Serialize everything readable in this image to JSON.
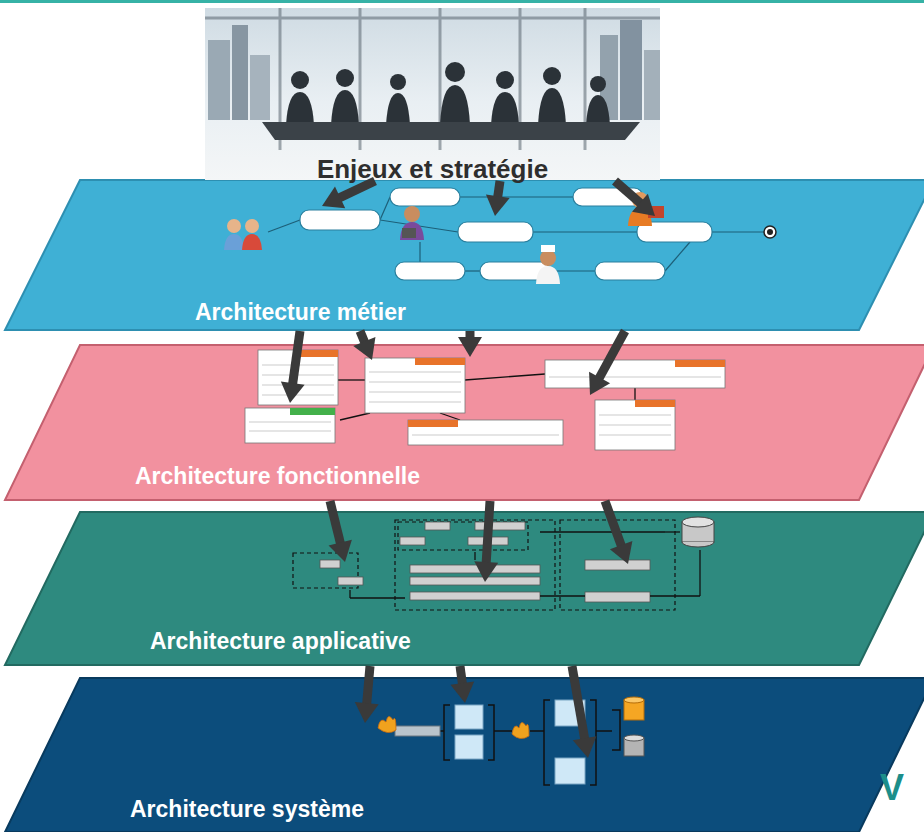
{
  "diagram": {
    "nodes": [
      {
        "text": [
          "Enjeux et stratégie"
        ]
      },
      {
        "text": [
          "Architecture métier"
        ]
      },
      {
        "text": [
          "Architecture fonctionnelle"
        ]
      },
      {
        "text": [
          "Architecture applicative"
        ]
      },
      {
        "text": [
          "Architecture système"
        ]
      }
    ],
    "edges": [
      {
        "from": 0,
        "to": 1,
        "arrow": "to"
      },
      {
        "from": 0,
        "to": 1,
        "arrow": "to"
      },
      {
        "from": 0,
        "to": 1,
        "arrow": "to"
      },
      {
        "from": 1,
        "to": 2,
        "arrow": "to"
      },
      {
        "from": 1,
        "to": 2,
        "arrow": "to"
      },
      {
        "from": 1,
        "to": 2,
        "arrow": "to"
      },
      {
        "from": 1,
        "to": 2,
        "arrow": "to"
      },
      {
        "from": 2,
        "to": 3,
        "arrow": "to"
      },
      {
        "from": 2,
        "to": 3,
        "arrow": "to"
      },
      {
        "from": 2,
        "to": 3,
        "arrow": "to"
      },
      {
        "from": 3,
        "to": 4,
        "arrow": "to"
      },
      {
        "from": 3,
        "to": 4,
        "arrow": "to"
      },
      {
        "from": 3,
        "to": 4,
        "arrow": "to"
      }
    ],
    "labels": [
      "V"
    ]
  }
}
